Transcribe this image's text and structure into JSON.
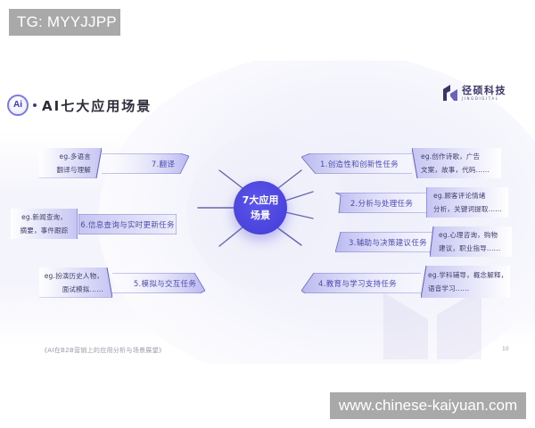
{
  "watermarks": {
    "top": "TG: MYYJJPP",
    "bottom": "www.chinese-kaiyuan.com"
  },
  "slide": {
    "title": {
      "badge_text": "Ai",
      "badge_icon": "ai-badge-icon",
      "text": "AI七大应用场景"
    },
    "brand": {
      "icon": "jingdigital-logo-icon",
      "name_cn": "径硕科技",
      "name_en": "JINGDIGITAL"
    },
    "hub": {
      "line1": "7大应用",
      "line2": "场景",
      "color": "#4a43dc"
    },
    "scenarios_left": [
      {
        "label": "7.翻译",
        "example_lines": [
          "eg.多语言",
          "翻译与理解"
        ]
      },
      {
        "label": "6.信息查询与实时更新任务",
        "example_lines": [
          "eg.新闻查询，",
          "摘要，事件跟踪"
        ]
      },
      {
        "label": "5.模拟与交互任务",
        "example_lines": [
          "eg.扮演历史人物，",
          "面试模拟......"
        ]
      }
    ],
    "scenarios_right": [
      {
        "label": "1.创造性和创新性任务",
        "example_lines": [
          "eg.创作诗歌，广告",
          "文案，故事，代码......"
        ]
      },
      {
        "label": "2.分析与处理任务",
        "example_lines": [
          "eg.顾客评论情绪",
          "分析，关键词提取......"
        ]
      },
      {
        "label": "3.辅助与决策建议任务",
        "example_lines": [
          "eg.心理咨询，购物",
          "建议，职业指导......"
        ]
      },
      {
        "label": "4.教育与学习支持任务",
        "example_lines": [
          "eg.学科辅导，概念解释，",
          "语音学习......"
        ]
      }
    ],
    "footer": {
      "source": "《AI在B2B营销上的应用分析与场景展望》",
      "page_number": "10"
    },
    "colors": {
      "accent": "#4a43dc",
      "tag_fill_start": "#f3f3fc",
      "tag_fill_end": "#b9b8f0",
      "tag_stroke": "#6b69c8",
      "tag_text": "#4c4ab0"
    }
  }
}
